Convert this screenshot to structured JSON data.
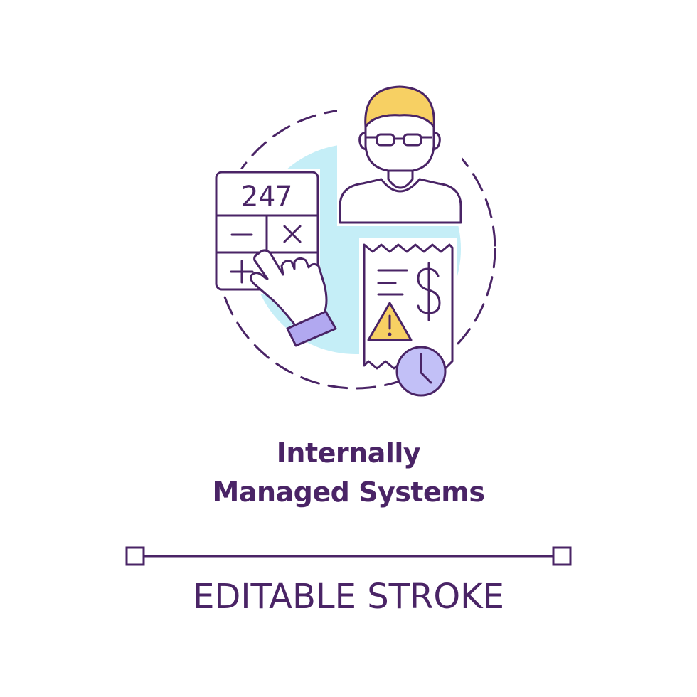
{
  "title": {
    "line1": "Internally",
    "line2": "Managed Systems"
  },
  "caption": "EDITABLE STROKE",
  "calculator": {
    "display": "247"
  },
  "icons": {
    "person": "person-with-glasses-icon",
    "calculator": "calculator-icon",
    "hand": "pointing-hand-icon",
    "receipt": "receipt-dollar-icon",
    "warning": "warning-triangle-icon",
    "clock": "clock-icon"
  },
  "colors": {
    "outline": "#4a2466",
    "blue_circle": "#c5eef7",
    "hair_yellow": "#f7d063",
    "warning_yellow": "#f7d063",
    "clock_purple": "#c2c0f7",
    "cuff_purple": "#b1a8f0"
  }
}
